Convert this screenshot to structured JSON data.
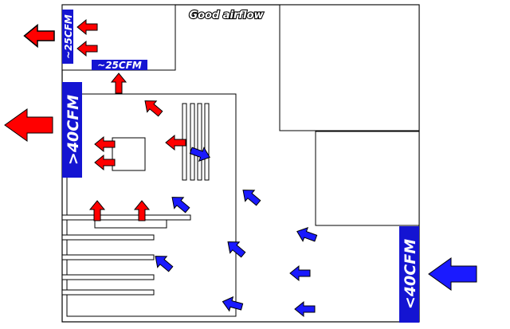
{
  "title": "Good airflow",
  "labels": {
    "psu_exhaust_vertical": "~25CFM",
    "psu_intake_horizontal": "~25CFM",
    "rear_exhaust": ">40CFM",
    "front_intake": "<40CFM"
  },
  "colors": {
    "exhaust": "#ff0000",
    "intake": "#1a1aff",
    "badge": "#1414d2",
    "outline": "#000000"
  }
}
